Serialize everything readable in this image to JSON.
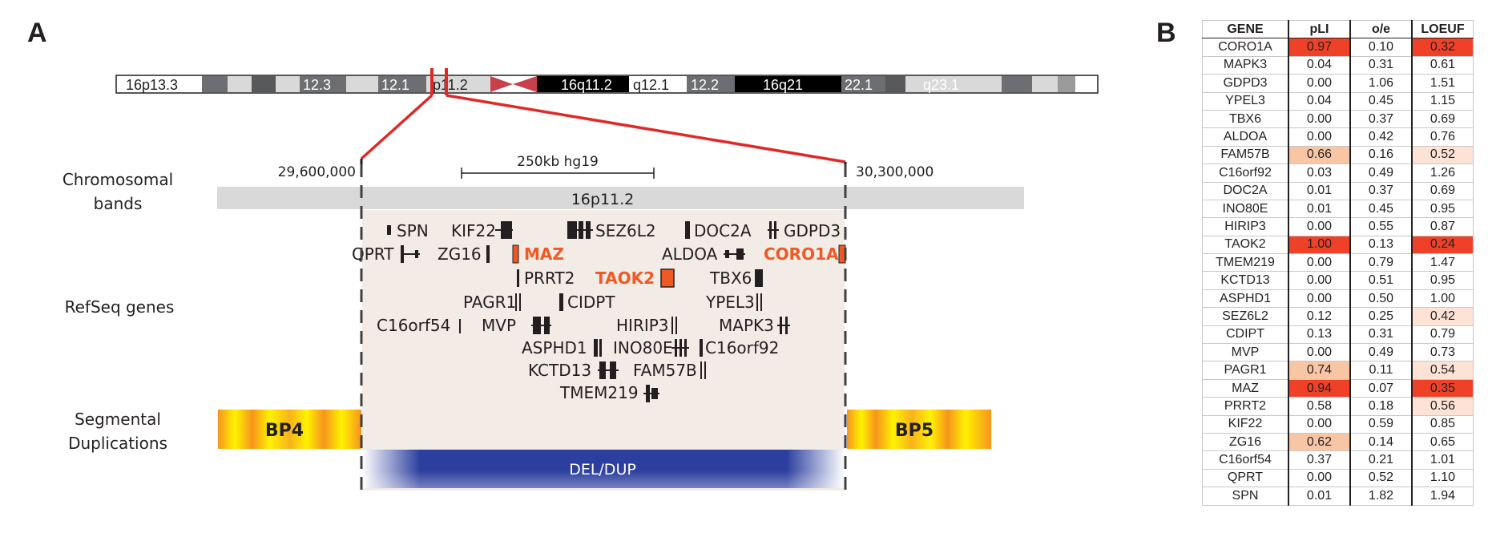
{
  "panel_a_label": "A",
  "panel_b_label": "B",
  "ideogram": {
    "bands": [
      "16p13.3",
      "12.3",
      "12.1",
      "p11.2",
      "16q11.2",
      "q12.1",
      "12.2",
      "16q21",
      "22.1",
      "q23.1"
    ]
  },
  "coords": {
    "left": "29,600,000",
    "right": "30,300,000"
  },
  "scale_bar_label": "250kb hg19",
  "track_labels": {
    "bands_line1": "Chromosomal",
    "bands_line2": "bands",
    "refseq": "RefSeq genes",
    "segdup_line1": "Segmental",
    "segdup_line2": "Duplications"
  },
  "band_label": "16p11.2",
  "genes": [
    {
      "name": "SPN",
      "highlight": false
    },
    {
      "name": "KIF22",
      "highlight": false
    },
    {
      "name": "SEZ6L2",
      "highlight": false
    },
    {
      "name": "DOC2A",
      "highlight": false
    },
    {
      "name": "GDPD3",
      "highlight": false
    },
    {
      "name": "QPRT",
      "highlight": false
    },
    {
      "name": "ZG16",
      "highlight": false
    },
    {
      "name": "MAZ",
      "highlight": true
    },
    {
      "name": "ALDOA",
      "highlight": false
    },
    {
      "name": "CORO1A",
      "highlight": true
    },
    {
      "name": "PRRT2",
      "highlight": false
    },
    {
      "name": "TAOK2",
      "highlight": true
    },
    {
      "name": "TBX6",
      "highlight": false
    },
    {
      "name": "PAGR1",
      "highlight": false
    },
    {
      "name": "CIDPT",
      "highlight": false
    },
    {
      "name": "YPEL3",
      "highlight": false
    },
    {
      "name": "C16orf54",
      "highlight": false
    },
    {
      "name": "MVP",
      "highlight": false
    },
    {
      "name": "HIRIP3",
      "highlight": false
    },
    {
      "name": "MAPK3",
      "highlight": false
    },
    {
      "name": "ASPHD1",
      "highlight": false
    },
    {
      "name": "INO80E",
      "highlight": false
    },
    {
      "name": "C16orf92",
      "highlight": false
    },
    {
      "name": "KCTD13",
      "highlight": false
    },
    {
      "name": "FAM57B",
      "highlight": false
    },
    {
      "name": "TMEM219",
      "highlight": false
    }
  ],
  "segdup": {
    "left": "BP4",
    "right": "BP5"
  },
  "deldup_label": "DEL/DUP",
  "table": {
    "headers": [
      "GENE",
      "pLI",
      "o/e",
      "LOEUF"
    ],
    "rows": [
      {
        "gene": "CORO1A",
        "pli": "0.97",
        "oe": "0.10",
        "loeuf": "0.32",
        "pli_level": "strong",
        "loeuf_level": "strong"
      },
      {
        "gene": "MAPK3",
        "pli": "0.04",
        "oe": "0.31",
        "loeuf": "0.61",
        "pli_level": "none",
        "loeuf_level": "none"
      },
      {
        "gene": "GDPD3",
        "pli": "0.00",
        "oe": "1.06",
        "loeuf": "1.51",
        "pli_level": "none",
        "loeuf_level": "none"
      },
      {
        "gene": "YPEL3",
        "pli": "0.04",
        "oe": "0.45",
        "loeuf": "1.15",
        "pli_level": "none",
        "loeuf_level": "none"
      },
      {
        "gene": "TBX6",
        "pli": "0.00",
        "oe": "0.37",
        "loeuf": "0.69",
        "pli_level": "none",
        "loeuf_level": "none"
      },
      {
        "gene": "ALDOA",
        "pli": "0.00",
        "oe": "0.42",
        "loeuf": "0.76",
        "pli_level": "none",
        "loeuf_level": "none"
      },
      {
        "gene": "FAM57B",
        "pli": "0.66",
        "oe": "0.16",
        "loeuf": "0.52",
        "pli_level": "light",
        "loeuf_level": "pale"
      },
      {
        "gene": "C16orf92",
        "pli": "0.03",
        "oe": "0.49",
        "loeuf": "1.26",
        "pli_level": "none",
        "loeuf_level": "none"
      },
      {
        "gene": "DOC2A",
        "pli": "0.01",
        "oe": "0.37",
        "loeuf": "0.69",
        "pli_level": "none",
        "loeuf_level": "none"
      },
      {
        "gene": "INO80E",
        "pli": "0.01",
        "oe": "0.45",
        "loeuf": "0.95",
        "pli_level": "none",
        "loeuf_level": "none"
      },
      {
        "gene": "HIRIP3",
        "pli": "0.00",
        "oe": "0.55",
        "loeuf": "0.87",
        "pli_level": "none",
        "loeuf_level": "none"
      },
      {
        "gene": "TAOK2",
        "pli": "1.00",
        "oe": "0.13",
        "loeuf": "0.24",
        "pli_level": "strong",
        "loeuf_level": "strong"
      },
      {
        "gene": "TMEM219",
        "pli": "0.00",
        "oe": "0.79",
        "loeuf": "1.47",
        "pli_level": "none",
        "loeuf_level": "none"
      },
      {
        "gene": "KCTD13",
        "pli": "0.00",
        "oe": "0.51",
        "loeuf": "0.95",
        "pli_level": "none",
        "loeuf_level": "none"
      },
      {
        "gene": "ASPHD1",
        "pli": "0.00",
        "oe": "0.50",
        "loeuf": "1.00",
        "pli_level": "none",
        "loeuf_level": "none"
      },
      {
        "gene": "SEZ6L2",
        "pli": "0.12",
        "oe": "0.25",
        "loeuf": "0.42",
        "pli_level": "none",
        "loeuf_level": "pale"
      },
      {
        "gene": "CDIPT",
        "pli": "0.13",
        "oe": "0.31",
        "loeuf": "0.79",
        "pli_level": "none",
        "loeuf_level": "none"
      },
      {
        "gene": "MVP",
        "pli": "0.00",
        "oe": "0.49",
        "loeuf": "0.73",
        "pli_level": "none",
        "loeuf_level": "none"
      },
      {
        "gene": "PAGR1",
        "pli": "0.74",
        "oe": "0.11",
        "loeuf": "0.54",
        "pli_level": "light",
        "loeuf_level": "pale"
      },
      {
        "gene": "MAZ",
        "pli": "0.94",
        "oe": "0.07",
        "loeuf": "0.35",
        "pli_level": "strong",
        "loeuf_level": "strong"
      },
      {
        "gene": "PRRT2",
        "pli": "0.58",
        "oe": "0.18",
        "loeuf": "0.56",
        "pli_level": "none",
        "loeuf_level": "pale"
      },
      {
        "gene": "KIF22",
        "pli": "0.00",
        "oe": "0.59",
        "loeuf": "0.85",
        "pli_level": "none",
        "loeuf_level": "none"
      },
      {
        "gene": "ZG16",
        "pli": "0.62",
        "oe": "0.14",
        "loeuf": "0.65",
        "pli_level": "light",
        "loeuf_level": "none"
      },
      {
        "gene": "C16orf54",
        "pli": "0.37",
        "oe": "0.21",
        "loeuf": "1.01",
        "pli_level": "none",
        "loeuf_level": "none"
      },
      {
        "gene": "QPRT",
        "pli": "0.00",
        "oe": "0.52",
        "loeuf": "1.10",
        "pli_level": "none",
        "loeuf_level": "none"
      },
      {
        "gene": "SPN",
        "pli": "0.01",
        "oe": "1.82",
        "loeuf": "1.94",
        "pli_level": "none",
        "loeuf_level": "none"
      }
    ]
  },
  "colors": {
    "highlight_text": "#ee5a24",
    "red_line": "#e02926",
    "strong": "#ef4128",
    "light": "#f8c6a5",
    "pale": "#fde3d5",
    "region_fill": "#f2ebe6",
    "band_track": "#d9d9d9",
    "deldup_blue": "#2d3f9e"
  }
}
